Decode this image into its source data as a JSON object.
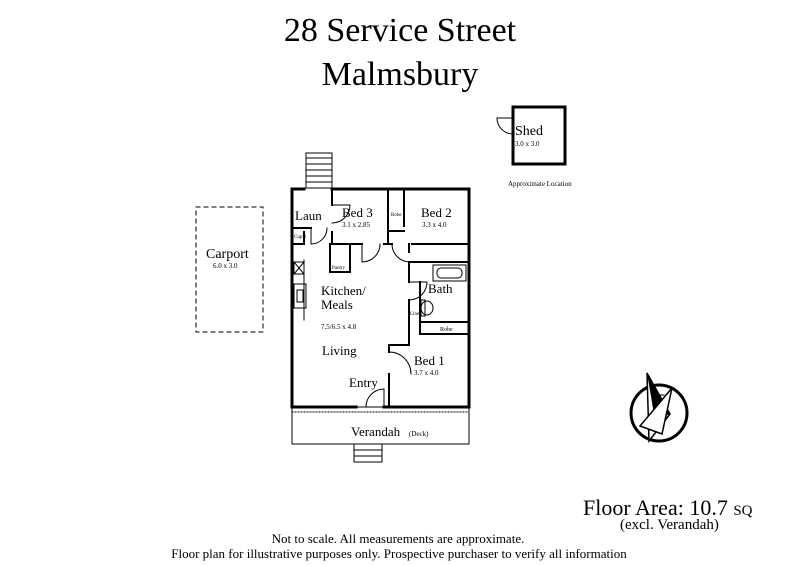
{
  "title": {
    "address_line": "28 Service Street",
    "suburb_line": "Malmsbury"
  },
  "rooms": {
    "shed": {
      "name": "Shed",
      "size": "3.0 x 3.0"
    },
    "shed_note": "Approximate Location",
    "carport": {
      "name": "Carport",
      "size": "6.0 x 3.0"
    },
    "laundry": {
      "name": "Laun"
    },
    "cupboard": {
      "name": "Cup'd"
    },
    "bed3": {
      "name": "Bed 3",
      "size": "3.1 x 2.85"
    },
    "robe_left": {
      "name": "Robe"
    },
    "bed2": {
      "name": "Bed 2",
      "size": "3.3 x 4.0"
    },
    "pantry": {
      "name": "Pantry"
    },
    "bath": {
      "name": "Bath"
    },
    "linen": {
      "name": "Linen"
    },
    "robe_right": {
      "name": "Robe"
    },
    "kitchen": {
      "name_line1": "Kitchen/",
      "name_line2": "Meals",
      "size": "7.5/6.5 x 4.8"
    },
    "living": {
      "name": "Living"
    },
    "entry": {
      "name": "Entry"
    },
    "bed1": {
      "name": "Bed 1",
      "size": "3.7 x 4.0"
    },
    "verandah": {
      "name": "Verandah",
      "note": "(Deck)"
    }
  },
  "floor_area": {
    "label": "Floor Area: 10.7",
    "unit": "SQ",
    "note": "(excl. Verandah)"
  },
  "disclaimer": {
    "line1": "Not to scale. All measurements are approximate.",
    "line2": "Floor plan for illustrative purposes only. Prospective purchaser to verify all information"
  }
}
